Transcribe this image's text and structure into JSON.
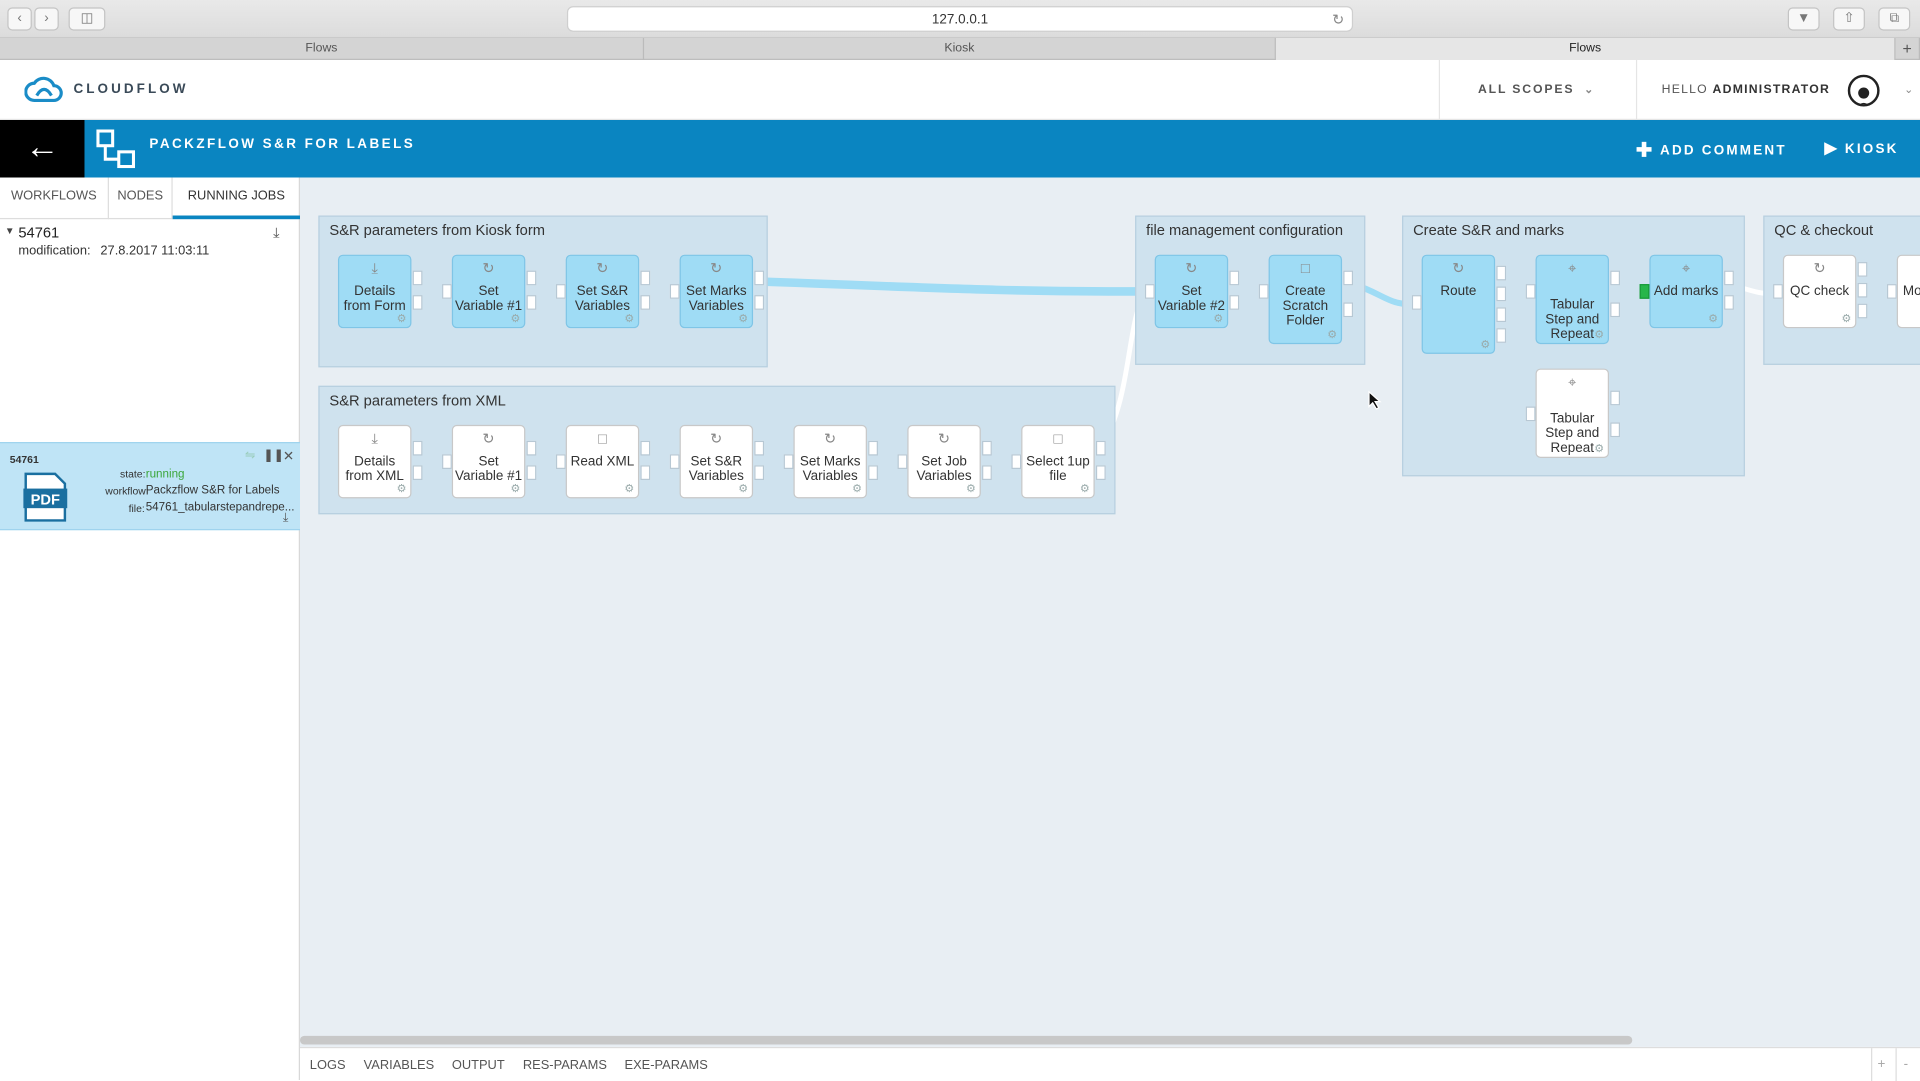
{
  "browser": {
    "url": "127.0.0.1",
    "tabs": [
      "Flows",
      "Kiosk",
      "Flows"
    ]
  },
  "header": {
    "brand": "CLOUDFLOW",
    "scopes": "ALL SCOPES",
    "hello": "HELLO",
    "user": "ADMINISTRATOR"
  },
  "flowbar": {
    "title": "PACKZFLOW S&R FOR LABELS",
    "add_comment": "ADD COMMENT",
    "kiosk": "KIOSK"
  },
  "left": {
    "tabs": [
      "WORKFLOWS",
      "NODES",
      "RUNNING JOBS"
    ],
    "job_id": "54761",
    "modification_label": "modification:",
    "modification_value": "27.8.2017 11:03:11",
    "item": {
      "id": "54761",
      "state_label": "state:",
      "state": "running",
      "workflow_label": "workflow:",
      "workflow": "Packzflow S&R for Labels",
      "file_label": "file:",
      "file": "54761_tabularstepandrepe...",
      "pdf": "PDF"
    }
  },
  "canvas": {
    "groups": [
      "S&R parameters from Kiosk form",
      "S&R parameters from XML",
      "file management configuration",
      "Create S&R and marks",
      "QC & checkout"
    ],
    "nodes_kiosk": [
      "Details from Form",
      "Set Variable #1",
      "Set S&R Variables",
      "Set Marks Variables"
    ],
    "nodes_xml": [
      "Details from XML",
      "Set Variable #1",
      "Read XML",
      "Set S&R Variables",
      "Set Marks Variables",
      "Set Job Variables",
      "Select 1up file"
    ],
    "nodes_file": [
      "Set Variable #2",
      "Create Scratch Folder"
    ],
    "nodes_create": [
      "Route",
      "Tabular Step and Repeat",
      "Add marks",
      "Tabular Step and Repeat"
    ],
    "nodes_qc": [
      "QC check",
      "Mo"
    ]
  },
  "bottom": {
    "tabs": [
      "LOGS",
      "VARIABLES",
      "OUTPUT",
      "RES-PARAMS",
      "EXE-PARAMS"
    ]
  }
}
